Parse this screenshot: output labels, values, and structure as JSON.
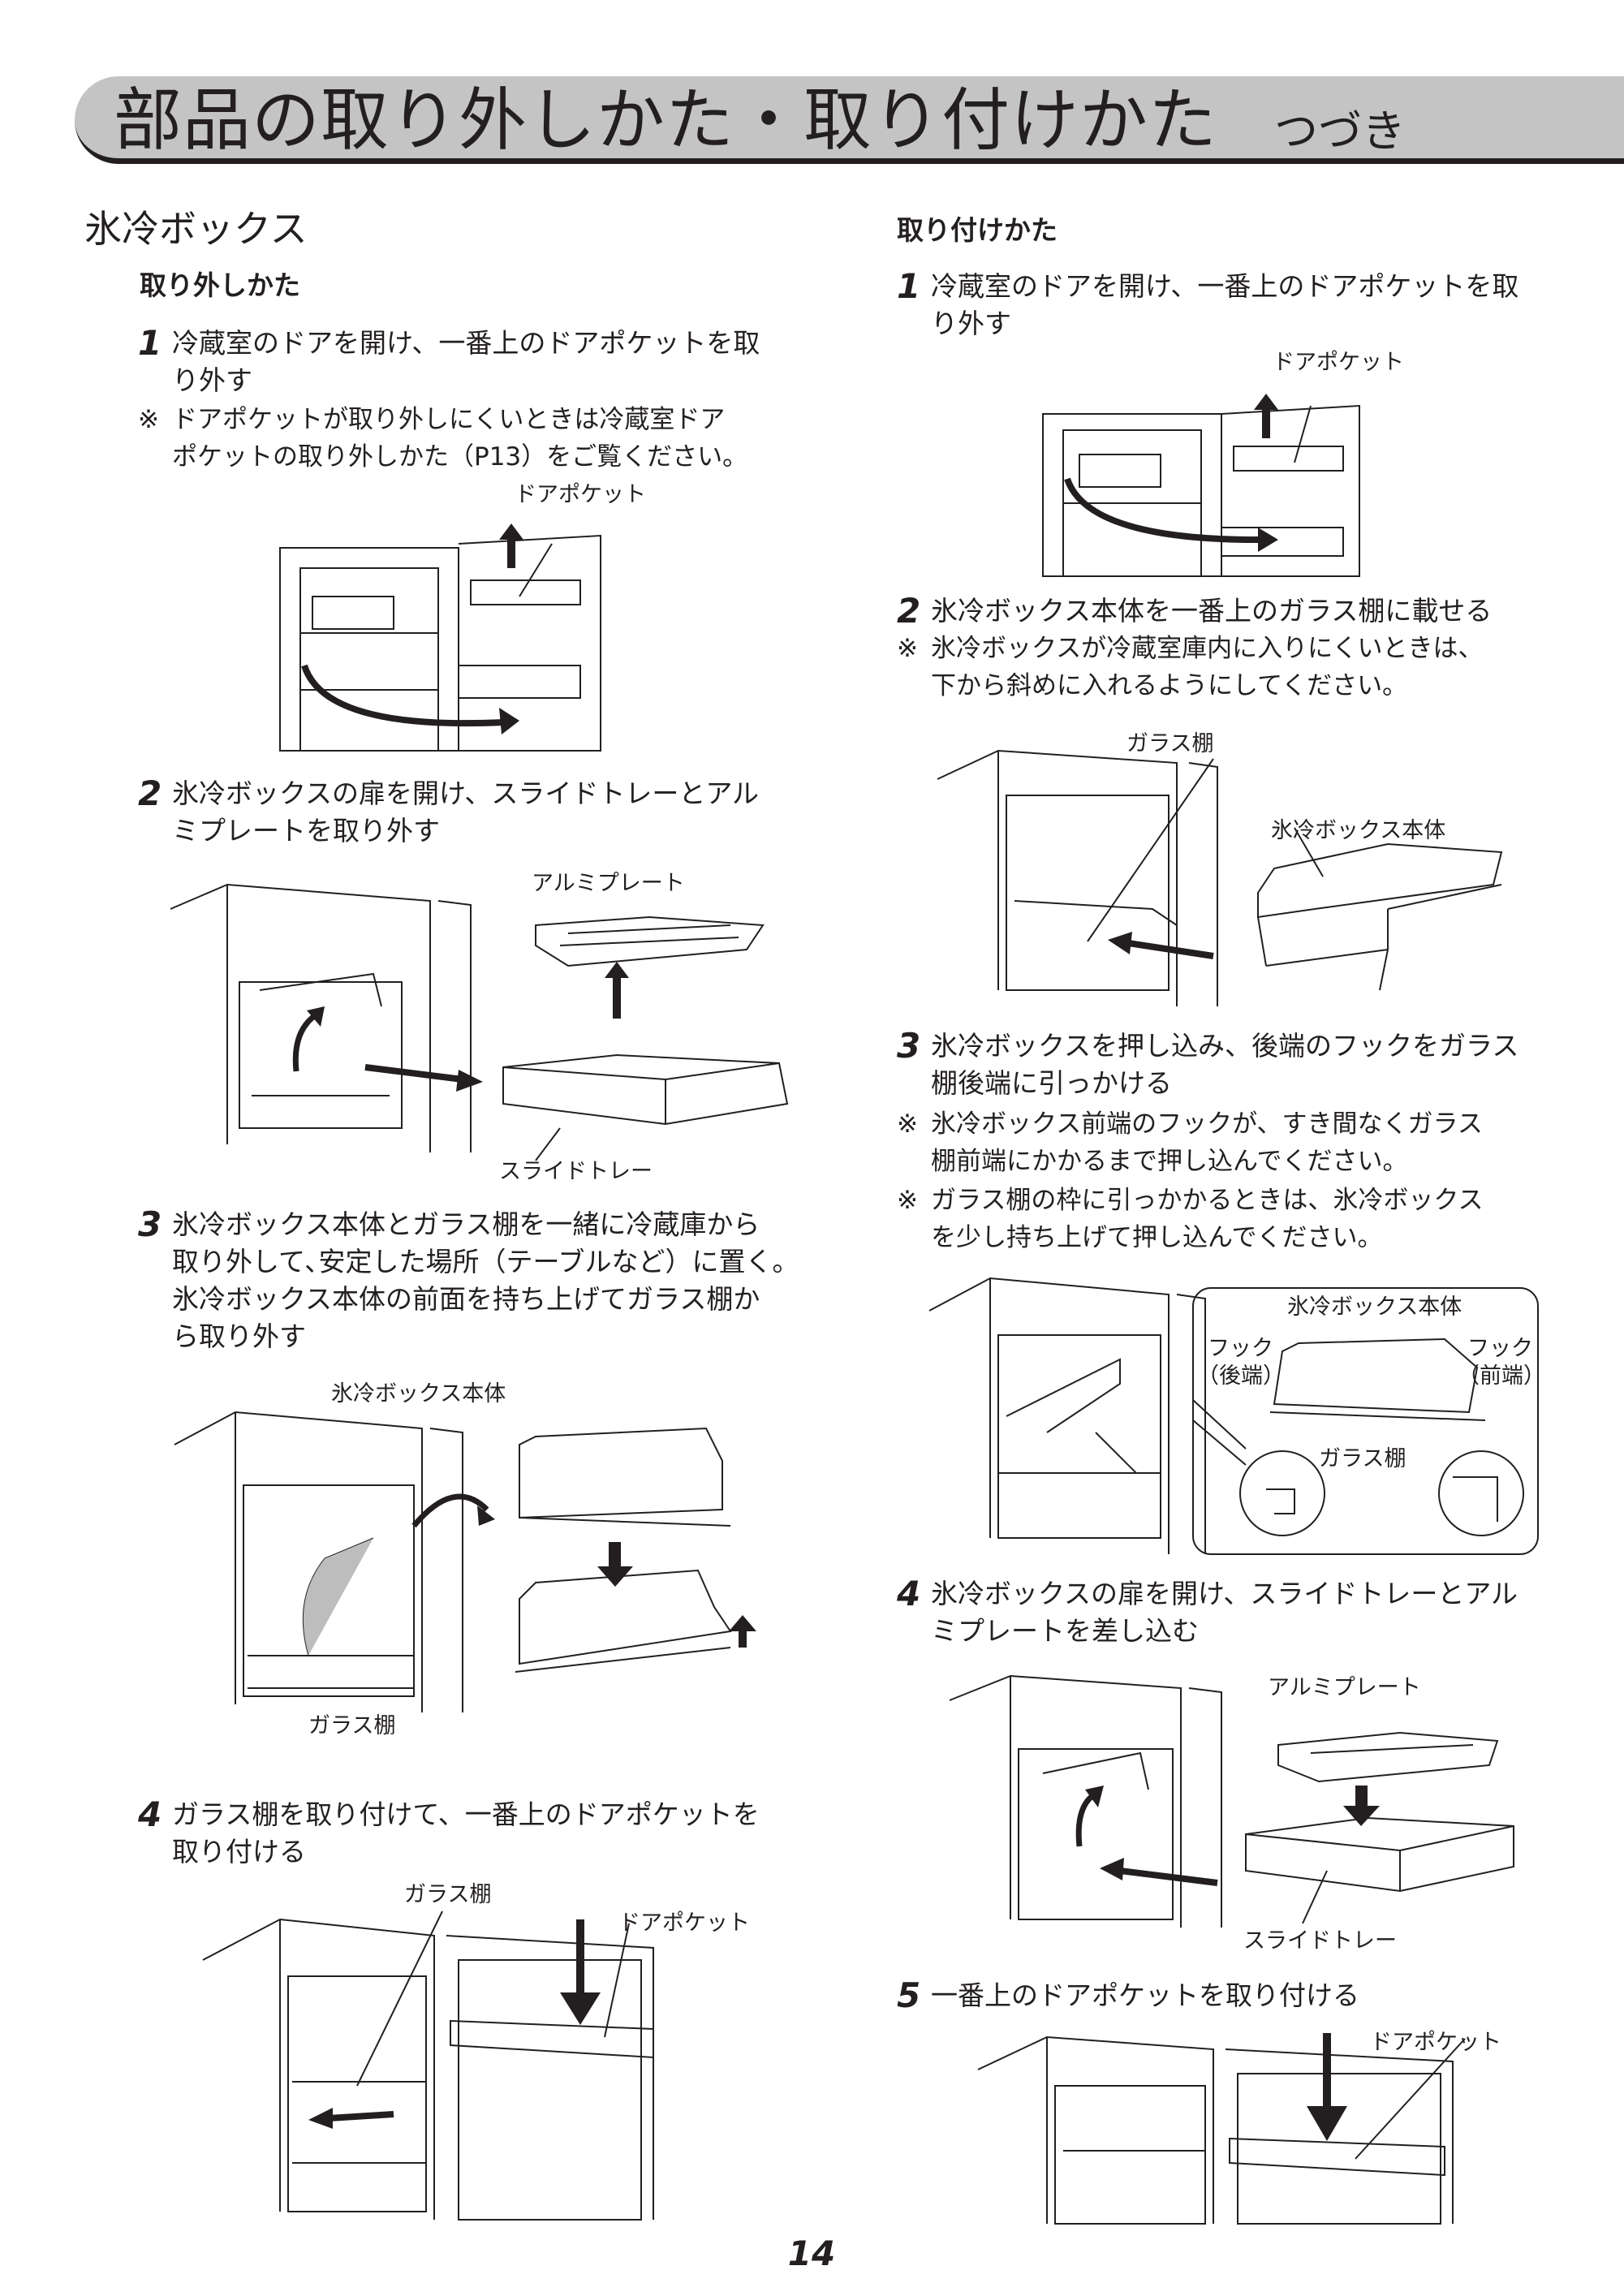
{
  "header": {
    "title": "部品の取り外しかた・取り付けかた",
    "subtitle": "つづき"
  },
  "section": {
    "title": "氷冷ボックス"
  },
  "removal": {
    "heading": "取り外しかた",
    "steps": [
      {
        "number": "1",
        "lines": [
          "冷蔵室のドアを開け、一番上のドアポケットを取",
          "り外す"
        ],
        "note": [
          "※",
          "ドアポケットが取り外しにくいときは冷蔵室ドア",
          "ポケットの取り外しかた（P13）をご覧ください。"
        ],
        "labels": [
          "ドアポケット"
        ]
      },
      {
        "number": "2",
        "lines": [
          "氷冷ボックスの扉を開け、スライドトレーとアル",
          "ミプレートを取り外す"
        ],
        "labels": [
          "アルミプレート",
          "スライドトレー"
        ]
      },
      {
        "number": "3",
        "lines": [
          "氷冷ボックス本体とガラス棚を一緒に冷蔵庫から",
          "取り外して､安定した場所（テーブルなど）に置く。",
          "氷冷ボックス本体の前面を持ち上げてガラス棚か",
          "ら取り外す"
        ],
        "labels": [
          "氷冷ボックス本体",
          "ガラス棚"
        ]
      },
      {
        "number": "4",
        "lines": [
          "ガラス棚を取り付けて、一番上のドアポケットを",
          "取り付ける"
        ],
        "labels": [
          "ガラス棚",
          "ドアポケット"
        ]
      }
    ]
  },
  "install": {
    "heading": "取り付けかた",
    "steps": [
      {
        "number": "1",
        "lines": [
          "冷蔵室のドアを開け、一番上のドアポケットを取",
          "り外す"
        ],
        "labels": [
          "ドアポケット"
        ]
      },
      {
        "number": "2",
        "lines": [
          "氷冷ボックス本体を一番上のガラス棚に載せる"
        ],
        "note": [
          "※",
          "氷冷ボックスが冷蔵室庫内に入りにくいときは、",
          "下から斜めに入れるようにしてください。"
        ],
        "labels": [
          "ガラス棚",
          "氷冷ボックス本体"
        ]
      },
      {
        "number": "3",
        "lines": [
          "氷冷ボックスを押し込み、後端のフックをガラス",
          "棚後端に引っかける"
        ],
        "notes": [
          [
            "※",
            "氷冷ボックス前端のフックが、すき間なくガラス",
            "棚前端にかかるまで押し込んでください。"
          ],
          [
            "※",
            "ガラス棚の枠に引っかかるときは、氷冷ボックス",
            "を少し持ち上げて押し込んでください。"
          ]
        ],
        "labels": [
          "氷冷ボックス本体",
          "フック",
          "（後端）",
          "フック",
          "（前端）",
          "ガラス棚"
        ]
      },
      {
        "number": "4",
        "lines": [
          "氷冷ボックスの扉を開け、スライドトレーとアル",
          "ミプレートを差し込む"
        ],
        "labels": [
          "アルミプレート",
          "スライドトレー"
        ]
      },
      {
        "number": "5",
        "lines": [
          "一番上のドアポケットを取り付ける"
        ],
        "labels": [
          "ドアポケット"
        ]
      }
    ]
  },
  "footer": {
    "page_number": "14"
  },
  "colors": {
    "banner": "#c4c4c4",
    "ink": "#231f20",
    "arrow": "#231f20",
    "shade": "#bdbdbd"
  }
}
